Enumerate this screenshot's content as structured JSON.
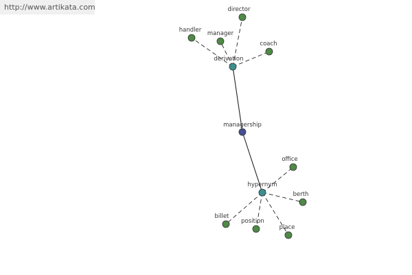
{
  "watermark": {
    "url": "http://www.artikata.com"
  },
  "graph": {
    "colors": {
      "center": "#44508f",
      "hub": "#3e8f8f",
      "leaf": "#4f8a47",
      "node_stroke": "#333333",
      "edge": "#222222"
    },
    "nodes": [
      {
        "id": "managership",
        "label": "managership",
        "kind": "center"
      },
      {
        "id": "derivation",
        "label": "derivation",
        "kind": "hub"
      },
      {
        "id": "hypernym",
        "label": "hypernym",
        "kind": "hub"
      },
      {
        "id": "director",
        "label": "director",
        "kind": "leaf"
      },
      {
        "id": "handler",
        "label": "handler",
        "kind": "leaf"
      },
      {
        "id": "manager",
        "label": "manager",
        "kind": "leaf"
      },
      {
        "id": "coach",
        "label": "coach",
        "kind": "leaf"
      },
      {
        "id": "office",
        "label": "office",
        "kind": "leaf"
      },
      {
        "id": "berth",
        "label": "berth",
        "kind": "leaf"
      },
      {
        "id": "billet",
        "label": "billet",
        "kind": "leaf"
      },
      {
        "id": "position",
        "label": "position",
        "kind": "leaf"
      },
      {
        "id": "place",
        "label": "place",
        "kind": "leaf"
      }
    ],
    "edges": [
      {
        "from": "managership",
        "to": "derivation",
        "style": "solid"
      },
      {
        "from": "managership",
        "to": "hypernym",
        "style": "solid"
      },
      {
        "from": "derivation",
        "to": "director",
        "style": "dashed"
      },
      {
        "from": "derivation",
        "to": "handler",
        "style": "dashed"
      },
      {
        "from": "derivation",
        "to": "manager",
        "style": "dashed"
      },
      {
        "from": "derivation",
        "to": "coach",
        "style": "dashed"
      },
      {
        "from": "hypernym",
        "to": "office",
        "style": "dashed"
      },
      {
        "from": "hypernym",
        "to": "berth",
        "style": "dashed"
      },
      {
        "from": "hypernym",
        "to": "billet",
        "style": "dashed"
      },
      {
        "from": "hypernym",
        "to": "position",
        "style": "dashed"
      },
      {
        "from": "hypernym",
        "to": "place",
        "style": "dashed"
      }
    ]
  }
}
